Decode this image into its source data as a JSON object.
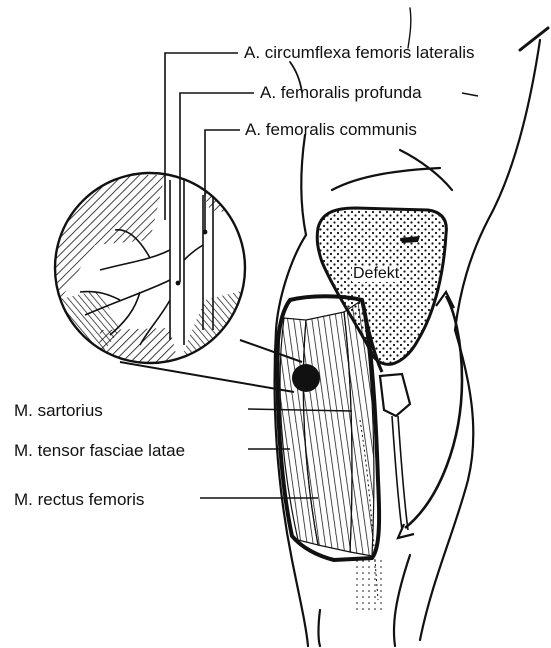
{
  "labels": {
    "circumflexa": "A. circumflexa femoris lateralis",
    "profunda": "A. femoralis profunda",
    "communis": "A. femoralis communis",
    "sartorius": "M. sartorius",
    "tensor": "M. tensor fasciae latae",
    "rectus": "M. rectus femoris",
    "defekt": "Defekt"
  },
  "colors": {
    "ink": "#111111",
    "paper": "#ffffff"
  }
}
